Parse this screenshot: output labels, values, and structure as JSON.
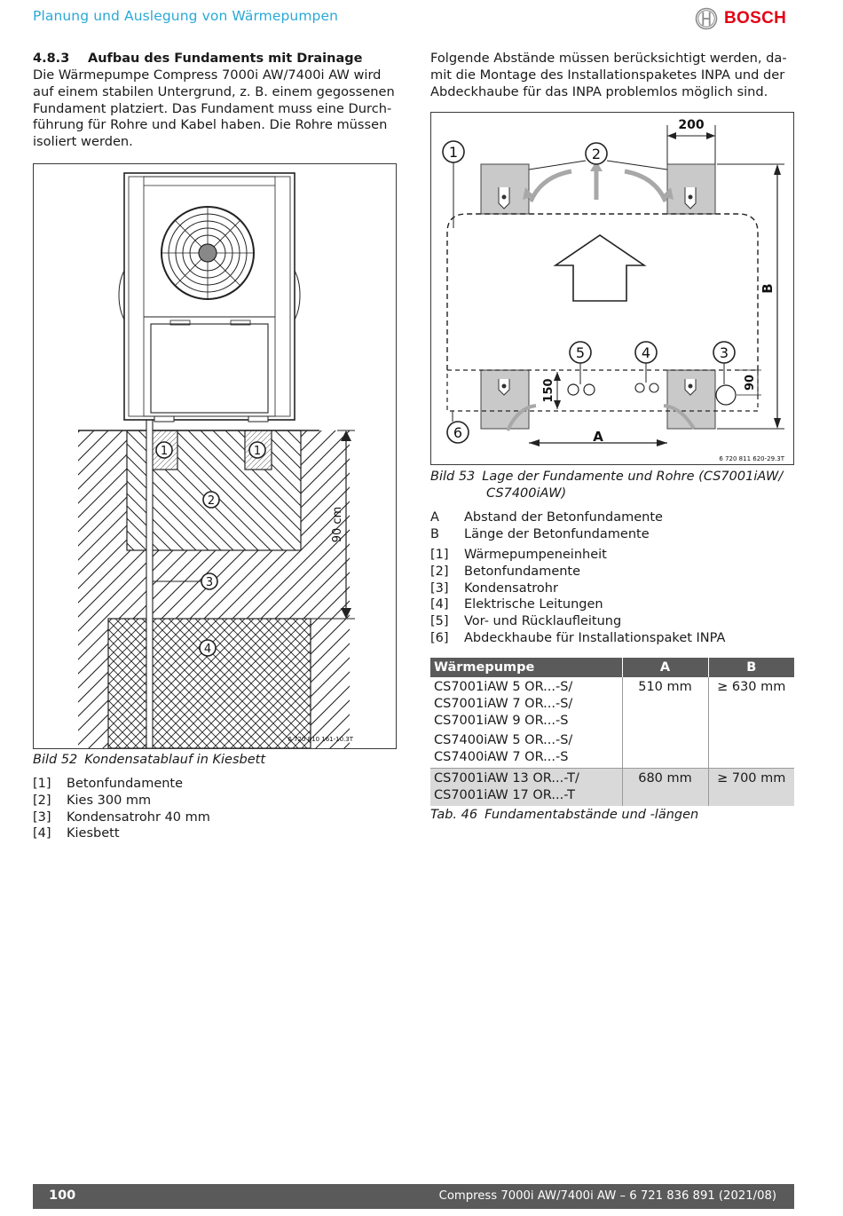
{
  "header": {
    "title": "Planung und Auslegung von Wärmepumpen",
    "brand": "BOSCH",
    "brand_color": "#e20015",
    "title_color": "#2aa9d6"
  },
  "section": {
    "number": "4.8.3",
    "title": "Aufbau des Fundaments mit Drainage",
    "paragraph_lines": [
      "Die Wärmepumpe Compress 7000i AW/7400i AW wird",
      "auf einem stabilen Untergrund, z. B. einem gegossenen",
      "Fundament platziert. Das Fundament muss eine Durch-",
      "führung für Rohre und Kabel haben. Die Rohre müssen",
      "isoliert werden."
    ]
  },
  "right_intro_lines": [
    "Folgende Abstände müssen berücksichtigt werden, da-",
    "mit die Montage des Installationspaketes INPA und der",
    "Abdeckhaube für das INPA problemlos möglich sind."
  ],
  "figure52": {
    "code": "6 720 810 161-10.3T",
    "dimension_label": "90 cm",
    "callouts": [
      "1",
      "1",
      "2",
      "3",
      "4"
    ],
    "caption_num": "Bild 52",
    "caption_text": "Kondensatablauf in Kiesbett",
    "legend": [
      {
        "key": "[1]",
        "text": "Betonfundamente"
      },
      {
        "key": "[2]",
        "text": "Kies 300 mm"
      },
      {
        "key": "[3]",
        "text": "Kondensatrohr 40 mm"
      },
      {
        "key": "[4]",
        "text": "Kiesbett"
      }
    ]
  },
  "figure53": {
    "code": "6 720 811 620-29.3T",
    "dim_200": "200",
    "dim_b": "B",
    "dim_a": "A",
    "dim_150": "150",
    "dim_90": "90",
    "callouts": [
      "1",
      "2",
      "3",
      "4",
      "5",
      "6"
    ],
    "caption_num": "Bild 53",
    "caption_lines": [
      "Lage der Fundamente und Rohre (CS7001iAW/",
      "CS7400iAW)"
    ],
    "letter_legend": [
      {
        "key": "A",
        "text": "Abstand der Betonfundamente"
      },
      {
        "key": "B",
        "text": "Länge der Betonfundamente"
      }
    ],
    "legend": [
      {
        "key": "[1]",
        "text": "Wärmepumpeneinheit"
      },
      {
        "key": "[2]",
        "text": "Betonfundamente"
      },
      {
        "key": "[3]",
        "text": "Kondensatrohr"
      },
      {
        "key": "[4]",
        "text": "Elektrische Leitungen"
      },
      {
        "key": "[5]",
        "text": "Vor- und Rücklaufleitung"
      },
      {
        "key": "[6]",
        "text": "Abdeckhaube für Installationspaket INPA"
      }
    ]
  },
  "table": {
    "headers": [
      "Wärmepumpe",
      "A",
      "B"
    ],
    "rows": [
      {
        "models_a": [
          "CS7001iAW 5 OR...-S/",
          "CS7001iAW 7 OR...-S/",
          "CS7001iAW 9 OR...-S"
        ],
        "models_b": [
          "CS7400iAW 5 OR...-S/",
          "CS7400iAW 7 OR...-S"
        ],
        "a": "510 mm",
        "b": "≥ 630 mm"
      },
      {
        "models_a": [
          "CS7001iAW 13 OR...-T/",
          "CS7001iAW 17 OR...-T"
        ],
        "a": "680 mm",
        "b": "≥ 700 mm"
      }
    ],
    "caption_num": "Tab. 46",
    "caption_text": "Fundamentabstände und -längen"
  },
  "footer": {
    "page": "100",
    "doc": "Compress 7000i AW/7400i AW – 6 721 836 891 (2021/08)"
  }
}
